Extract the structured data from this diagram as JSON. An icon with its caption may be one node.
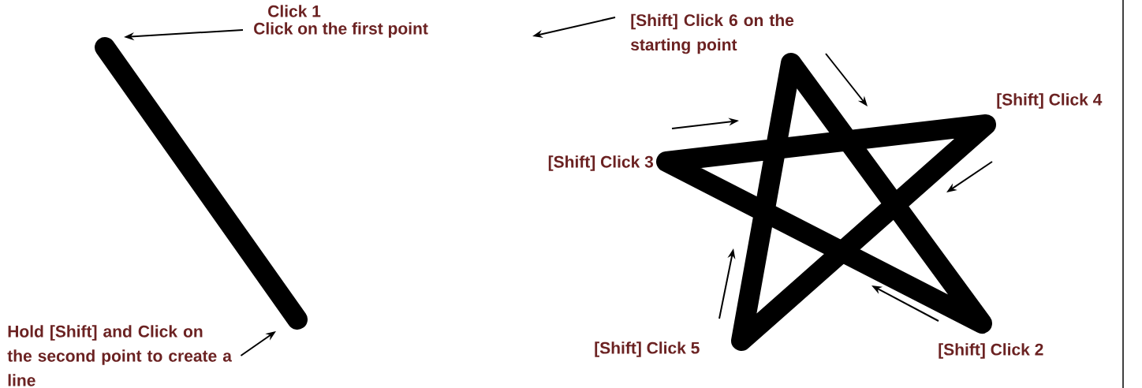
{
  "diagram": {
    "nodes": [
      {
        "text": [
          "Click on the first point"
        ]
      },
      {
        "text": [
          "Hold [Shift] and Click on the second point to create a line"
        ]
      }
    ],
    "edges": [
      {
        "from": 0,
        "to": null,
        "arrow": "to"
      },
      {
        "from": 1,
        "to": null,
        "arrow": "to"
      }
    ],
    "labels": [
      "Click 1",
      "[Shift] Click 6 on the starting point",
      "[Shift] Click 4",
      "[Shift] Click 3",
      "[Shift] Click 5",
      "[Shift] Click 2"
    ]
  }
}
